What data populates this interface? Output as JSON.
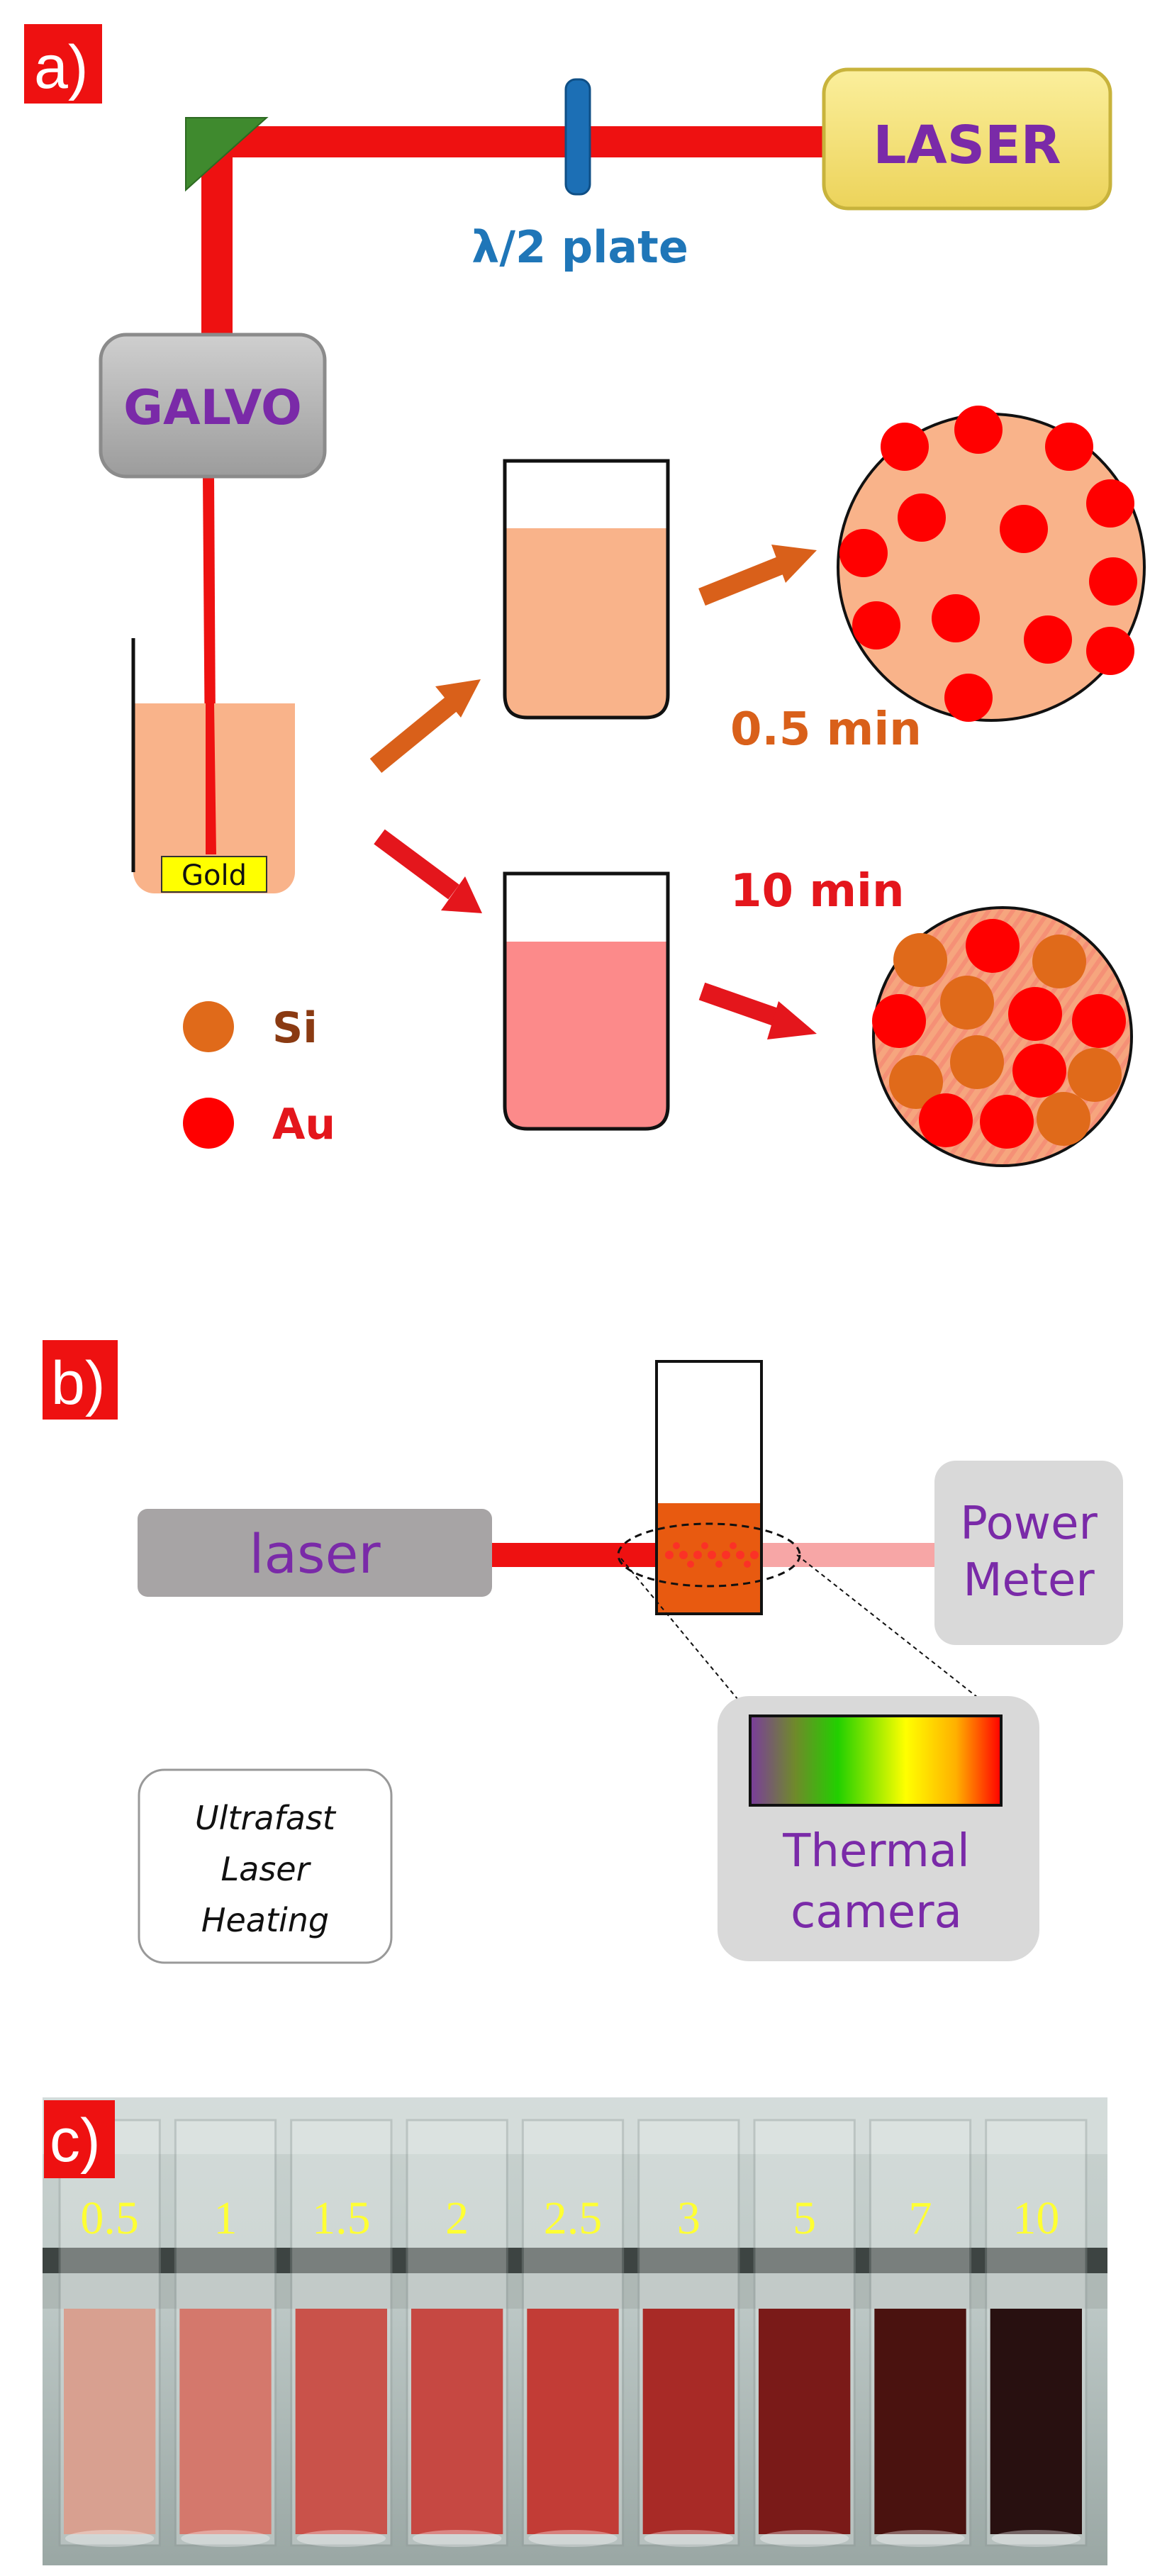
{
  "panel_a": {
    "tag": "a)",
    "laser_label": "LASER",
    "plate_label": "λ/2 plate",
    "galvo_label": "GALVO",
    "target_label": "Gold",
    "time_short": "0.5 min",
    "time_long": "10 min",
    "legend": [
      {
        "label": "Si",
        "color": "#e06a1a"
      },
      {
        "label": "Au",
        "color": "#ff0000"
      }
    ],
    "colors": {
      "beam": "#ee1111",
      "mirror": "#3f8a2e",
      "plate": "#1c6fb5",
      "laser_box": "#f7e37a",
      "galvo_box": "#b8b8b8",
      "solution_short": "#f9b38a",
      "solution_long": "#fc8a8a",
      "label_purple": "#7a2aa8"
    }
  },
  "panel_b": {
    "tag": "b)",
    "laser_label": "laser",
    "power_meter_label": [
      "Power",
      "Meter"
    ],
    "thermal_label": [
      "Thermal",
      "camera"
    ],
    "caption": [
      "Ultrafast",
      "Laser",
      "Heating"
    ]
  },
  "panel_c": {
    "tag": "c)",
    "time_labels": [
      "0.5",
      "1",
      "1.5",
      "2",
      "2.5",
      "3",
      "5",
      "7",
      "10"
    ],
    "vial_colors": [
      "#d8a090",
      "#d4786c",
      "#c9524a",
      "#c64842",
      "#c23c36",
      "#a82a26",
      "#7a1a18",
      "#4a120f",
      "#281010"
    ],
    "label_color": "#ffff33"
  }
}
